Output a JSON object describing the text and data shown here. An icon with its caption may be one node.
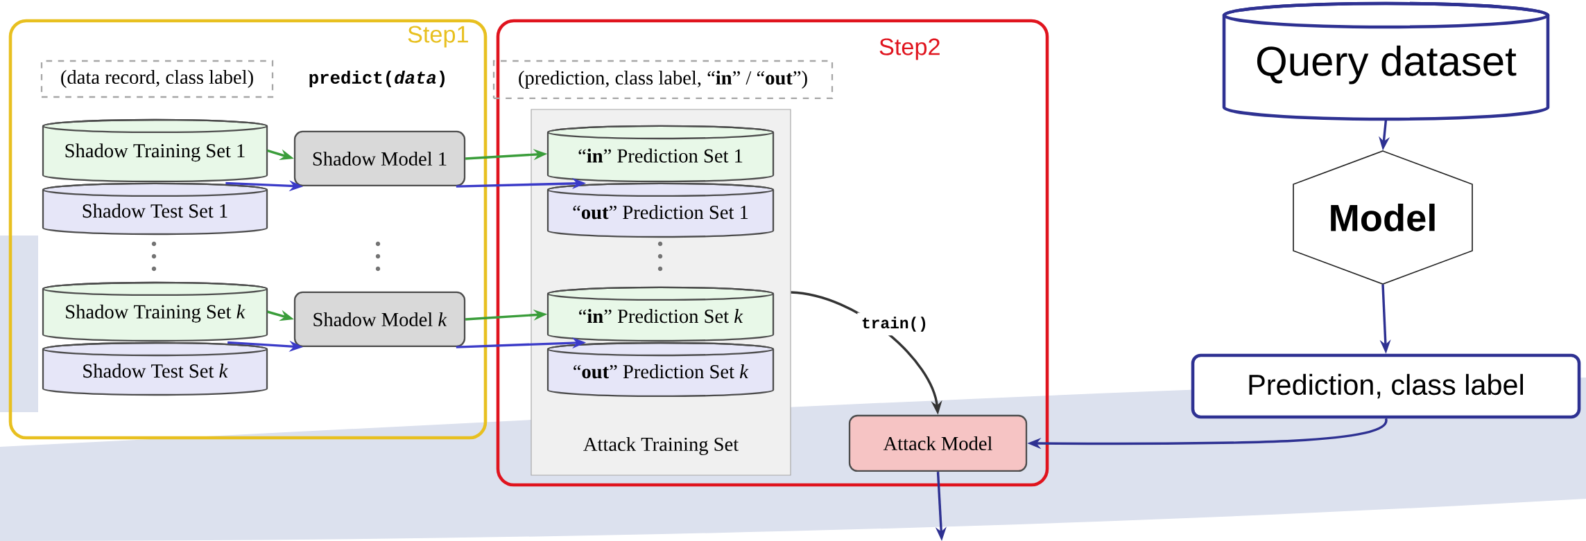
{
  "diagram": {
    "nodes": [
      {
        "text": [
          "Step1"
        ]
      },
      {
        "text": [
          "Step2"
        ]
      },
      {
        "text": [
          "(data record, class label)"
        ],
        "in": 0
      },
      {
        "text": [
          "Shadow Training Set 1"
        ],
        "in": 0
      },
      {
        "text": [
          "Shadow Test Set 1"
        ],
        "in": 0
      },
      {
        "text": [
          "Shadow Model 1"
        ],
        "in": 0
      },
      {
        "text": [
          "Shadow Training Set *k*"
        ],
        "in": 0
      },
      {
        "text": [
          "Shadow Test Set *k*"
        ],
        "in": 0
      },
      {
        "text": [
          "Shadow Model *k*"
        ],
        "in": 0
      },
      {
        "text": [
          "(prediction, class label, “**in**” / “**out**”)"
        ],
        "in": 1
      },
      {
        "text": [
          "Attack Training Set"
        ],
        "in": 1
      },
      {
        "text": [
          "“**in**” Prediction Set 1"
        ],
        "in": 10
      },
      {
        "text": [
          "“**out**” Prediction Set 1"
        ],
        "in": 10
      },
      {
        "text": [
          "“**in**” Prediction Set *k*"
        ],
        "in": 10
      },
      {
        "text": [
          "“**out**” Prediction Set *k*"
        ],
        "in": 10
      },
      {
        "text": [
          "Attack Model"
        ],
        "in": 1
      },
      {
        "text": [
          "Query dataset"
        ]
      },
      {
        "text": [
          "Model"
        ]
      },
      {
        "text": [
          "Prediction, class label"
        ]
      }
    ],
    "edges": [
      {
        "from": 3,
        "to": 5,
        "arrow": "to",
        "color": "#3a9d3a"
      },
      {
        "from": 4,
        "to": 5,
        "arrow": "to",
        "color": "#3a3ac8"
      },
      {
        "from": 6,
        "to": 8,
        "arrow": "to",
        "color": "#3a9d3a"
      },
      {
        "from": 7,
        "to": 8,
        "arrow": "to",
        "color": "#3a3ac8"
      },
      {
        "from": 5,
        "to": 11,
        "arrow": "to",
        "color": "#3a9d3a"
      },
      {
        "from": 5,
        "to": 12,
        "arrow": "to",
        "color": "#3a3ac8"
      },
      {
        "from": 8,
        "to": 13,
        "arrow": "to",
        "color": "#3a9d3a"
      },
      {
        "from": 8,
        "to": 14,
        "arrow": "to",
        "color": "#3a3ac8"
      },
      {
        "from": 10,
        "to": 15,
        "arrow": "to",
        "label": "train()",
        "color": "#333333"
      },
      {
        "from": 16,
        "to": 17,
        "arrow": "to",
        "color": "#2e3192"
      },
      {
        "from": 17,
        "to": 18,
        "arrow": "to",
        "color": "#2e3192"
      },
      {
        "from": 18,
        "to": 15,
        "arrow": "to",
        "color": "#2e3192"
      },
      {
        "from": 15,
        "to": null,
        "arrow": "to",
        "color": "#2e3192"
      }
    ],
    "labels": [
      "predict(*data*)"
    ]
  }
}
